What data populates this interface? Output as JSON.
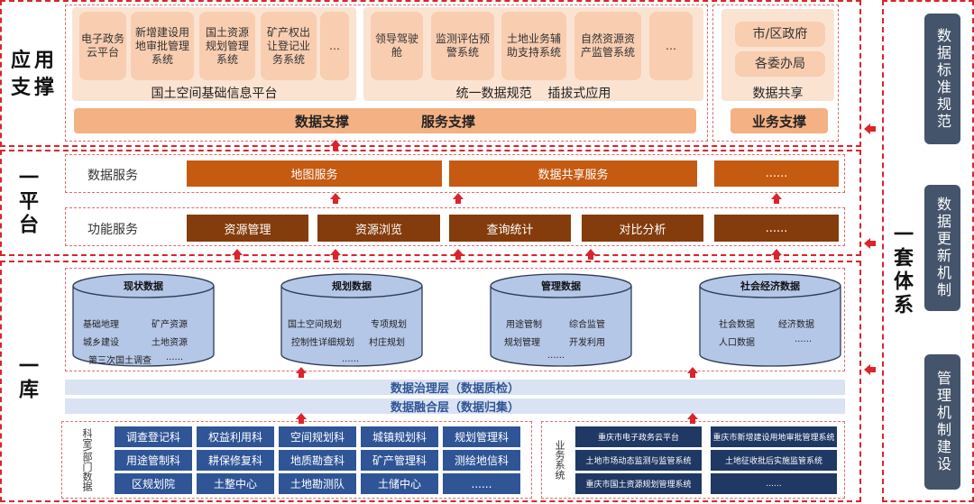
{
  "sections": {
    "app_support": "应用支撑",
    "platform": "一平台",
    "library": "一库",
    "system": "一套体系"
  },
  "app": {
    "left_cells": [
      "电子政务云平台",
      "新增建设用地审批管理系统",
      "国土资源规划管理系统",
      "矿产权出让登记业务系统",
      "…"
    ],
    "left_caption": "国土空间基础信息平台",
    "right_cells": [
      "领导驾驶舱",
      "监测评估预警系统",
      "土地业务辅助支持系统",
      "自然资源资产监管系统",
      "…"
    ],
    "right_caption": "统一数据规范    插拔式应用",
    "bar_data": "数据支撑",
    "bar_service": "服务支撑",
    "side_cells": [
      "市/区政府",
      "各委办局"
    ],
    "side_caption": "数据共享",
    "side_bar": "业务支撑"
  },
  "platform": {
    "data_service_label": "数据服务",
    "data_services": [
      "地图服务",
      "数据共享服务",
      "......"
    ],
    "func_service_label": "功能服务",
    "func_services": [
      "资源管理",
      "资源浏览",
      "查询统计",
      "对比分析",
      "......"
    ]
  },
  "library": {
    "cylinders": [
      {
        "title": "现状数据",
        "items": [
          "基础地理",
          "矿产资源",
          "城乡建设",
          "土地资源",
          "第三次国土调查",
          "......"
        ]
      },
      {
        "title": "规划数据",
        "items": [
          "国土空间规划",
          "专项规划",
          "控制性详细规划",
          "村庄规划",
          "......"
        ]
      },
      {
        "title": "管理数据",
        "items": [
          "用途管制",
          "综合监管",
          "规划管理",
          "开发利用",
          "......"
        ]
      },
      {
        "title": "社会经济数据",
        "items": [
          "社会数据",
          "经济数据",
          "人口数据",
          "......"
        ]
      }
    ],
    "layer_governance": "数据治理层（数据质检）",
    "layer_fusion": "数据融合层（数据归集）",
    "dept_label": "科室\\部门数据",
    "depts": [
      "调查登记科",
      "权益利用科",
      "空间规划科",
      "城镇规划科",
      "规划管理科",
      "用途管制科",
      "耕保修复科",
      "地质勘查科",
      "矿产管理科",
      "测绘地信科",
      "区规划院",
      "土整中心",
      "土地勘测队",
      "土储中心",
      "......"
    ],
    "biz_label": "业务系统",
    "biz": [
      "重庆市电子政务云平台",
      "重庆市新增建设用地审批管理系统",
      "土地市场动态监测与监管系统",
      "土地征收批后实施监管系统",
      "重庆市国土资源规划管理系统",
      "......"
    ]
  },
  "side_panels": [
    "数据标准规范",
    "数据更新机制",
    "管理机制建设"
  ]
}
